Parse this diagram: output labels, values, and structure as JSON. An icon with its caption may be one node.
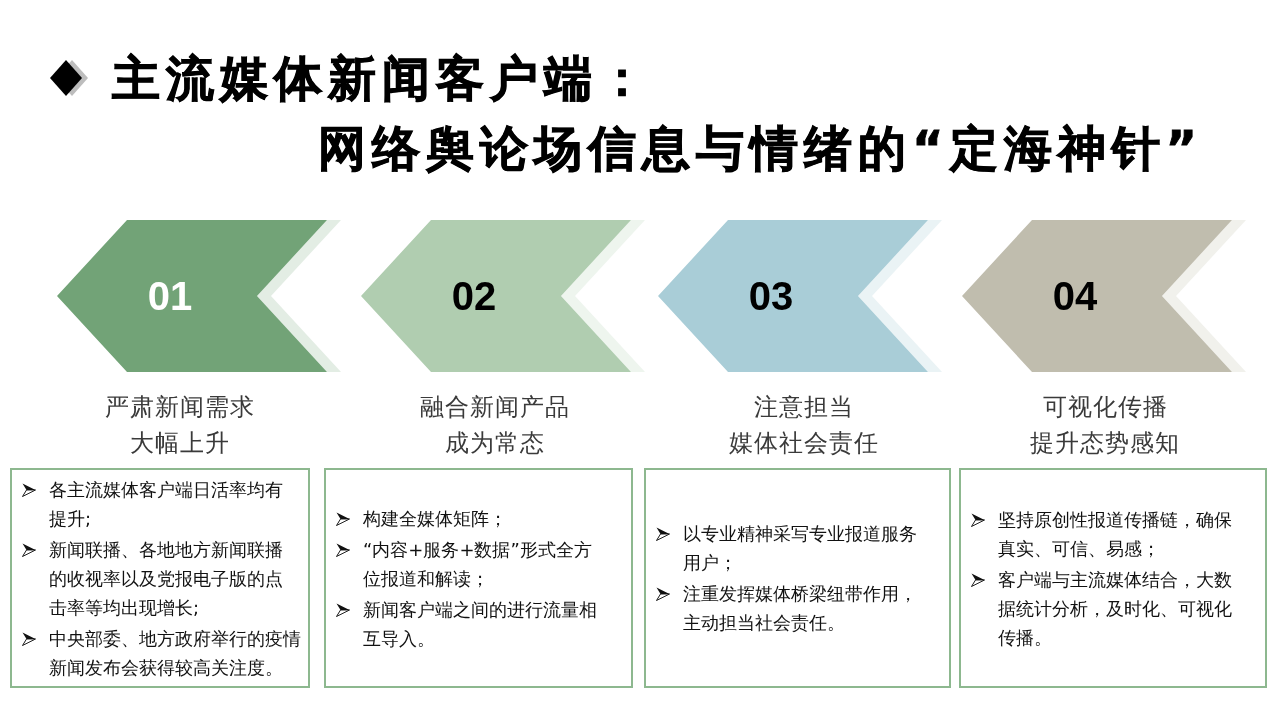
{
  "diagram": {
    "title": "主流媒体新闻客户端：网络舆论场信息与情绪的“定海神针”",
    "nodes": [
      {
        "text": [
          "01"
        ]
      },
      {
        "text": [
          "02"
        ]
      },
      {
        "text": [
          "03"
        ]
      },
      {
        "text": [
          "04"
        ]
      },
      {
        "text": [
          "严肃新闻需求大幅上升",
          "各主流媒体客户端日活率均有提升;",
          "新闻联播、各地地方新闻联播的收视率以及党报电子版的点击率等均出现增长;",
          "中央部委、地方政府举行的疫情新闻发布会获得较高关注度。"
        ]
      },
      {
        "text": [
          "融合新闻产品成为常态",
          "构建全媒体矩阵；",
          "“内容+服务+数据”形式全方位报道和解读；",
          "新闻客户端之间的进行流量相互导入。"
        ]
      },
      {
        "text": [
          "注意担当媒体社会责任",
          "以专业精神采写专业报道服务用户；",
          "注重发挥媒体桥梁纽带作用，主动担当社会责任。"
        ]
      },
      {
        "text": [
          "可视化传播提升态势感知",
          "坚持原创性报道传播链，确保真实、可信、易感；",
          "客户端与主流媒体结合，大数据统计分析，及时化、可视化传播。"
        ]
      }
    ]
  }
}
